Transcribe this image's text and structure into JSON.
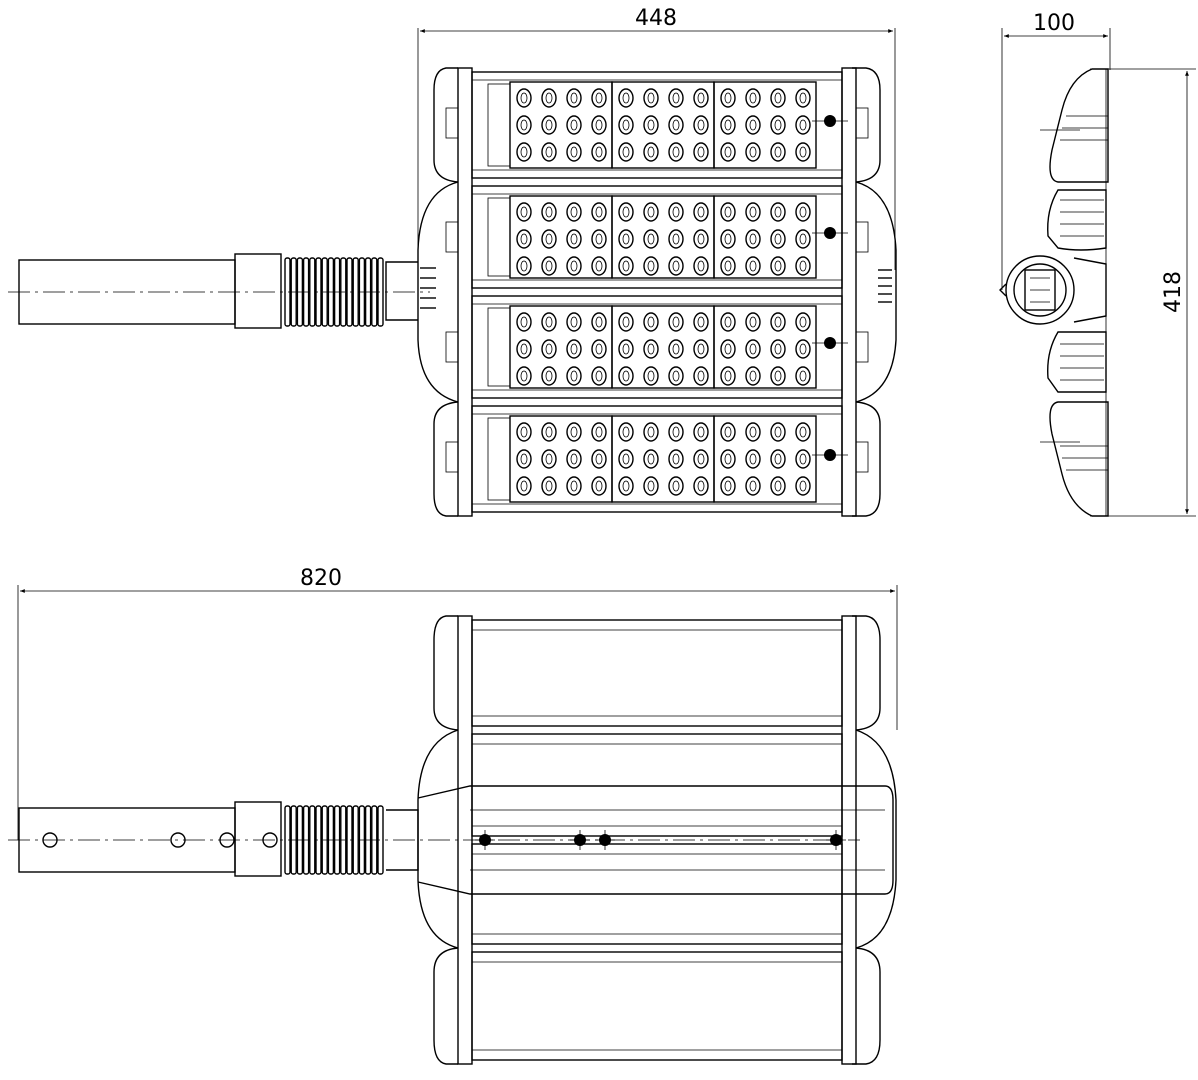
{
  "dimensions": {
    "top_width": "448",
    "side_depth": "100",
    "side_height": "418",
    "bottom_length": "820"
  },
  "views": {
    "front_led_view": {
      "modules": 4,
      "led_blocks_per_module": 3,
      "led_rows": 3,
      "led_cols_per_block": 4
    },
    "side_view": {
      "modules": 4
    },
    "rear_view": {
      "modules": 4
    }
  }
}
